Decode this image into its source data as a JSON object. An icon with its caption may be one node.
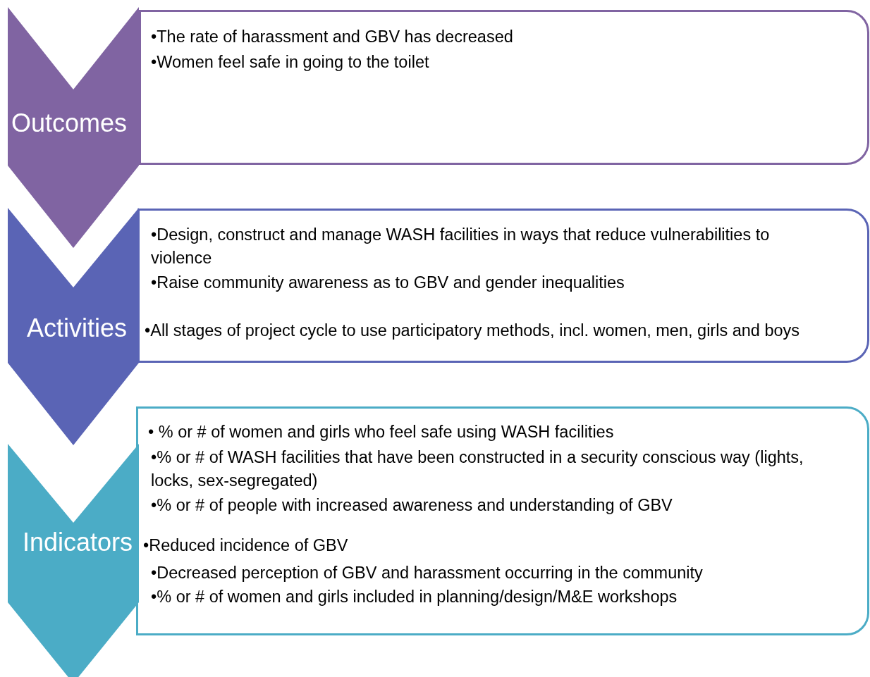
{
  "diagram": {
    "nodes": [
      {
        "text": [
          "Outcomes"
        ]
      },
      {
        "text": [
          "•The rate of harassment and GBV has decreased",
          "•Women feel safe in going to the toilet"
        ]
      },
      {
        "text": [
          "Activities"
        ]
      },
      {
        "text": [
          "•Design, construct and manage WASH facilities in ways that reduce vulnerabilities to violence",
          "•Raise community awareness as to GBV and gender inequalities",
          "•All stages of project cycle to use participatory methods, incl. women, men, girls and boys"
        ]
      },
      {
        "text": [
          "Indicators"
        ]
      },
      {
        "text": [
          "• % or # of women and girls who feel safe using WASH facilities",
          "•% or # of WASH facilities that have been constructed in a security conscious way (lights, locks, sex-segregated)",
          "•% or # of people with increased awareness and understanding of GBV",
          "•Reduced incidence of GBV",
          "•Decreased perception of GBV and harassment occurring in the community",
          "•% or # of women and girls included in planning/design/M&E workshops"
        ]
      }
    ]
  }
}
